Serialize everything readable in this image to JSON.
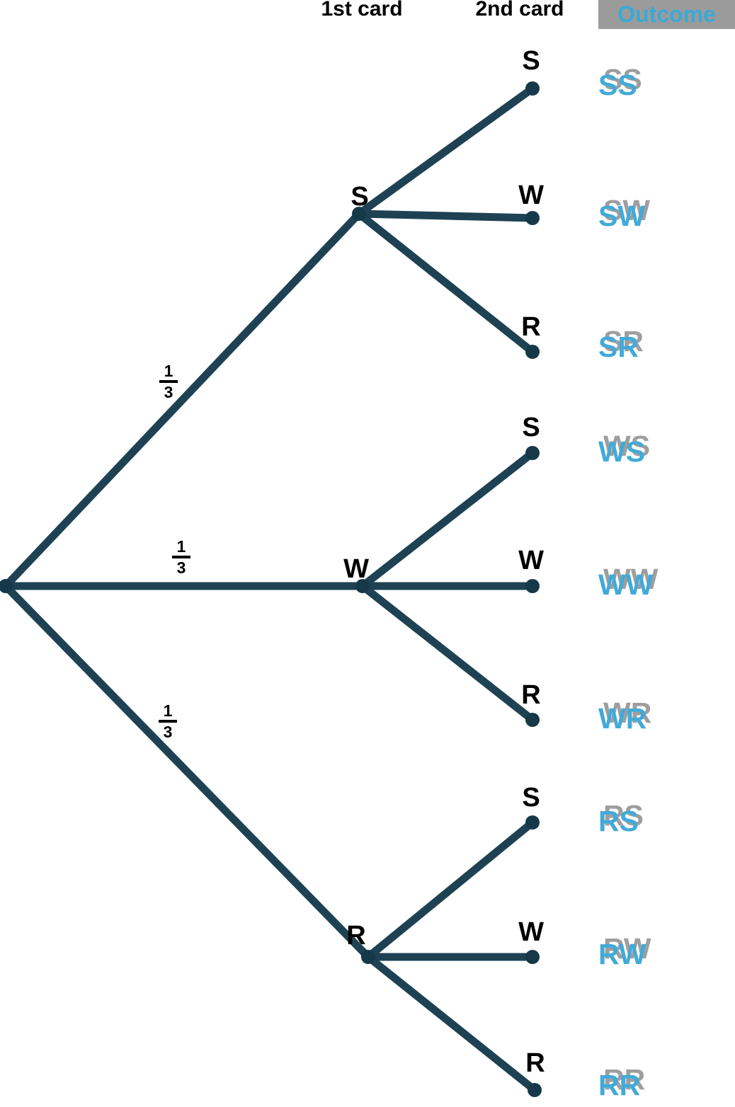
{
  "title_row": {
    "first_level": "1st card",
    "second_level": "2nd card",
    "outcome": "Outcome"
  },
  "colors": {
    "branch_line": "#1e4253",
    "node_dot": "#16394a",
    "outcome_text": "#41aad8",
    "outcome_shadow": "#9e9e9e",
    "outcome_header_bg": "#9b9b9b",
    "label_text": "#000000"
  },
  "tree": {
    "root_branches": [
      {
        "node_label": "S",
        "probability_numerator": "1",
        "probability_denominator": "3"
      },
      {
        "node_label": "W",
        "probability_numerator": "1",
        "probability_denominator": "3"
      },
      {
        "node_label": "R",
        "probability_numerator": "1",
        "probability_denominator": "3"
      }
    ],
    "leaves": [
      {
        "label": "S",
        "outcome": "SS"
      },
      {
        "label": "W",
        "outcome": "SW"
      },
      {
        "label": "R",
        "outcome": "SR"
      },
      {
        "label": "S",
        "outcome": "WS"
      },
      {
        "label": "W",
        "outcome": "WW"
      },
      {
        "label": "R",
        "outcome": "WR"
      },
      {
        "label": "S",
        "outcome": "RS"
      },
      {
        "label": "W",
        "outcome": "RW"
      },
      {
        "label": "R",
        "outcome": "RR"
      }
    ]
  }
}
